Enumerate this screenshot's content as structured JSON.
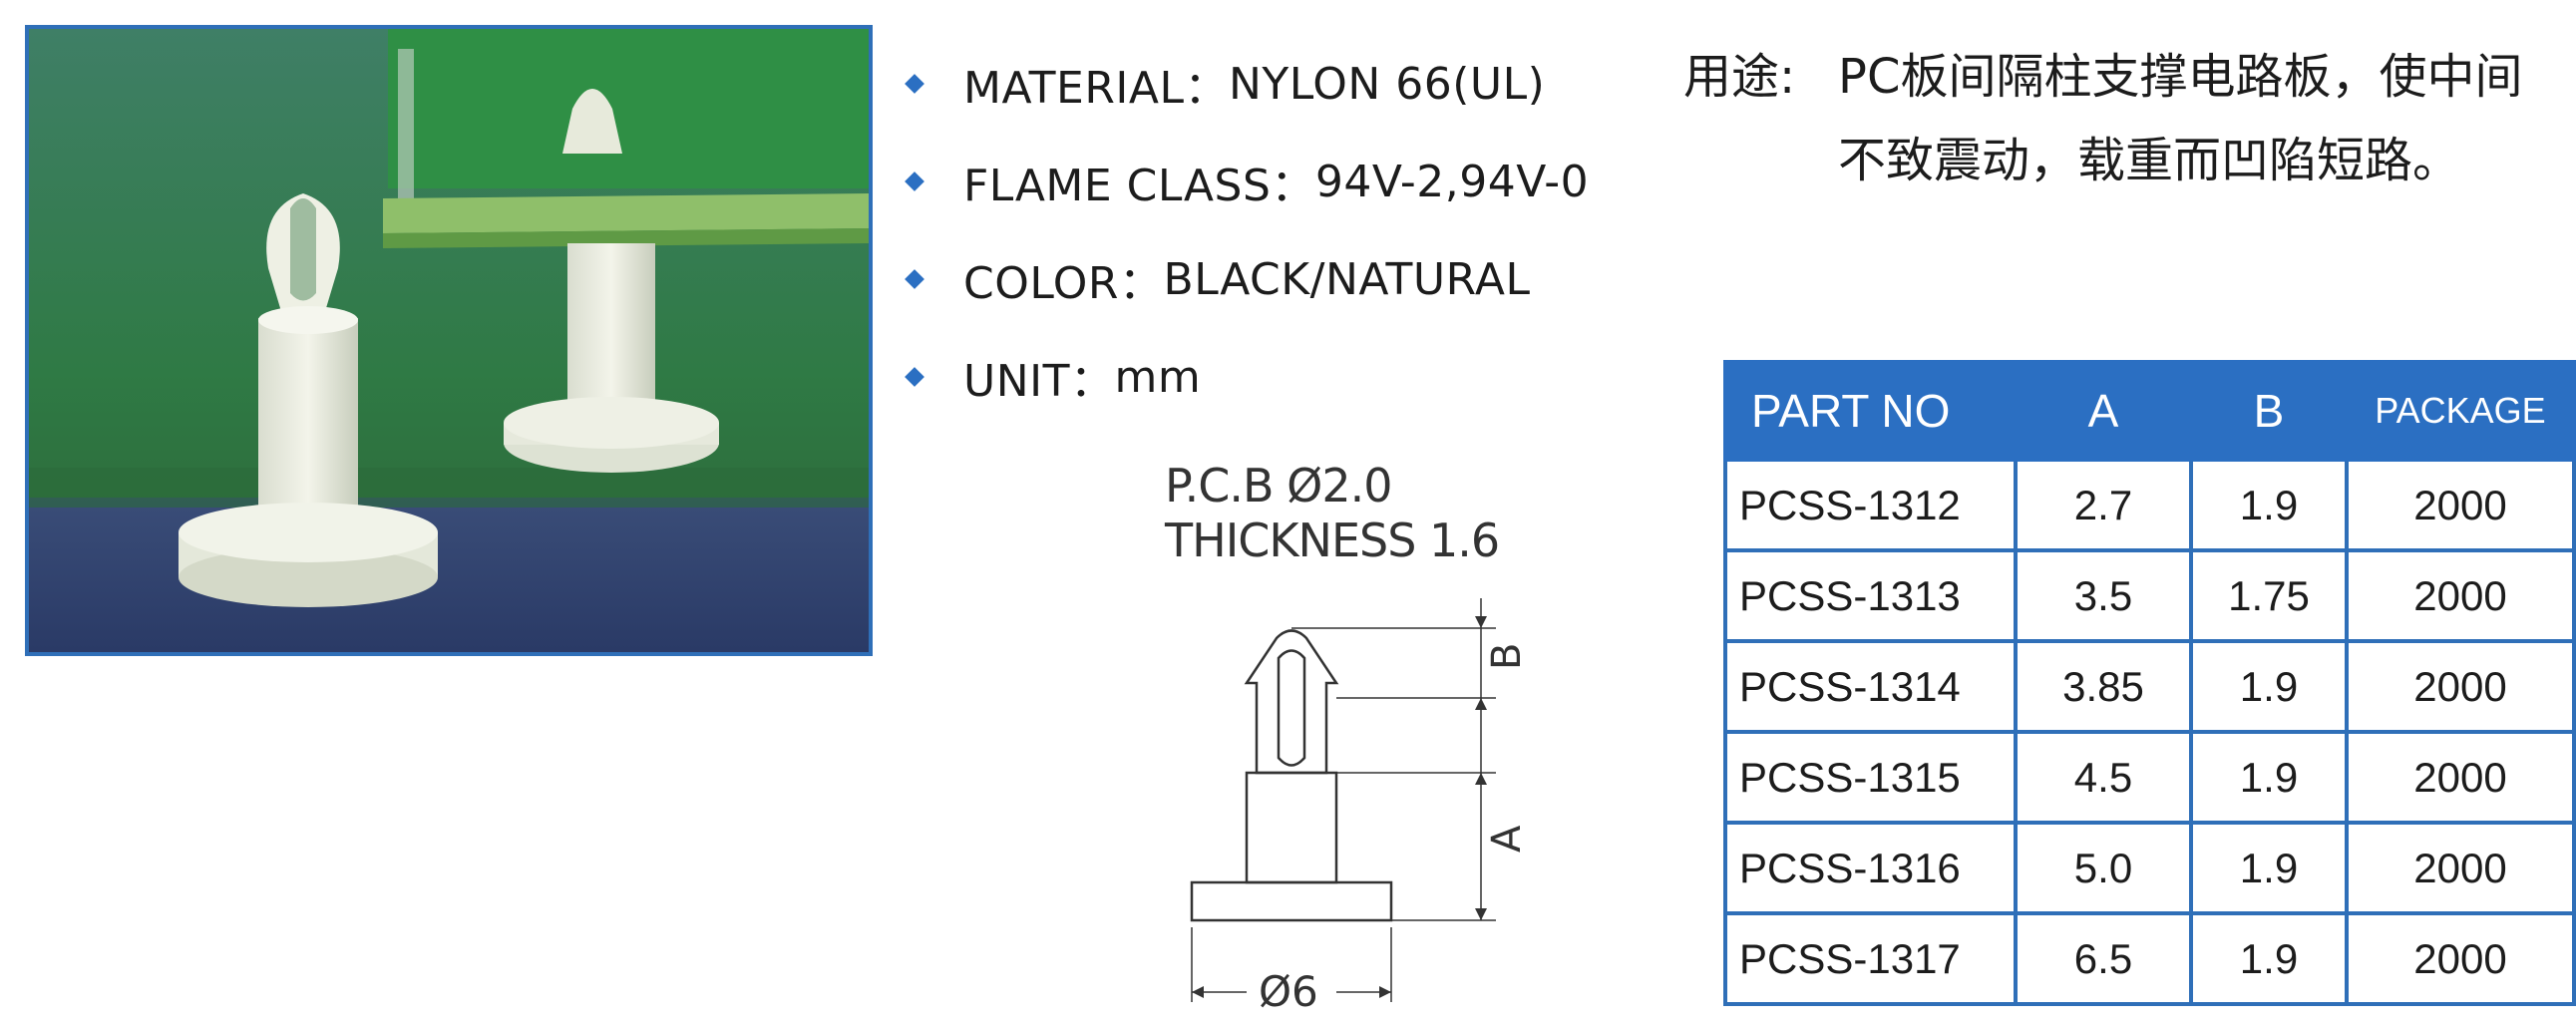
{
  "specs": [
    {
      "label": "MATERIAL：",
      "value": "NYLON 66(UL)"
    },
    {
      "label": "FLAME CLASS：",
      "value": "94V-2,94V-0"
    },
    {
      "label": "COLOR：",
      "value": "BLACK/NATURAL"
    },
    {
      "label": "UNIT：",
      "value": "mm"
    }
  ],
  "drawing": {
    "pcb_label": "P.C.B  Ø2.0",
    "thickness_label": "THICKNESS  1.6",
    "dim_b": "B",
    "dim_a": "A",
    "dim_diameter": "Ø6"
  },
  "usage": {
    "label": "用途:",
    "text": "PC板间隔柱支撑电路板，使中间不致震动，载重而凹陷短路。"
  },
  "table": {
    "headers": [
      "PART NO",
      "A",
      "B",
      "PACKAGE"
    ],
    "rows": [
      [
        "PCSS-1312",
        "2.7",
        "1.9",
        "2000"
      ],
      [
        "PCSS-1313",
        "3.5",
        "1.75",
        "2000"
      ],
      [
        "PCSS-1314",
        "3.85",
        "1.9",
        "2000"
      ],
      [
        "PCSS-1315",
        "4.5",
        "1.9",
        "2000"
      ],
      [
        "PCSS-1316",
        "5.0",
        "1.9",
        "2000"
      ],
      [
        "PCSS-1317",
        "6.5",
        "1.9",
        "2000"
      ]
    ]
  },
  "colors": {
    "accent": "#2b6fc2",
    "border": "#2f6fb8",
    "pcb_green": "#2f8a3c"
  }
}
